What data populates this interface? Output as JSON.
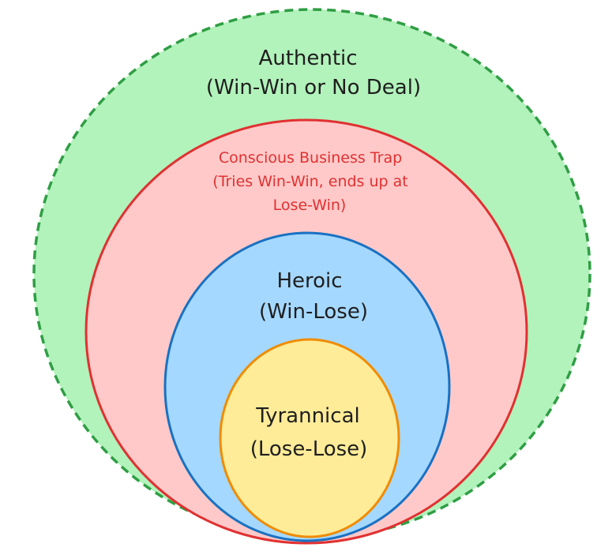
{
  "diagram": {
    "authentic": {
      "line1": "Authentic",
      "line2": "(Win-Win or No Deal)",
      "fill": "#b2f2bb",
      "stroke": "#2f9e44"
    },
    "trap": {
      "line1": "Conscious Business Trap",
      "line2": "(Tries Win-Win, ends up at",
      "line3": "Lose-Win)",
      "fill": "#ffc9c9",
      "stroke": "#e03131"
    },
    "heroic": {
      "line1": "Heroic",
      "line2": "(Win-Lose)",
      "fill": "#a5d8ff",
      "stroke": "#1971c2"
    },
    "tyrannical": {
      "line1": "Tyrannical",
      "line2": "(Lose-Lose)",
      "fill": "#ffec99",
      "stroke": "#f08c00"
    }
  }
}
